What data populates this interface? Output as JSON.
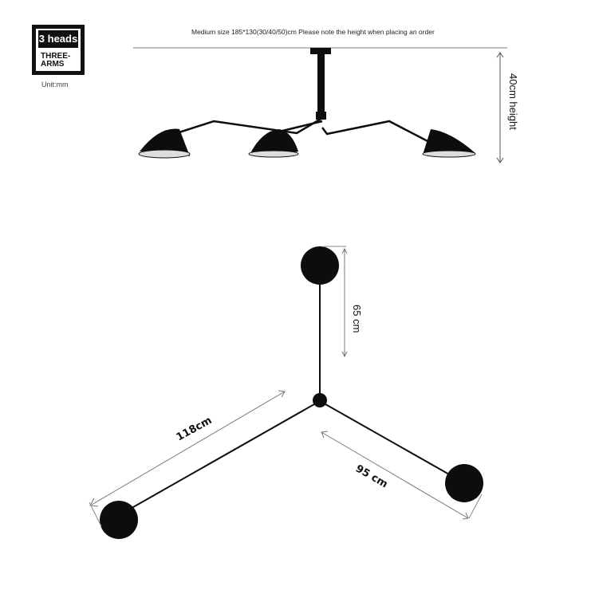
{
  "badge": {
    "heads": "3 heads",
    "arms": "THREE-\nARMS",
    "unit": "Unit:mm"
  },
  "caption": "Medium size 185*130(30/40/50)cm Please note the height when placing an order",
  "dimensions": {
    "height": "40cm height",
    "arm_top": "65 cm",
    "arm_left": "118cm",
    "arm_right": "95 cm"
  },
  "colors": {
    "lamp": "#0d0d0d",
    "guide": "#888888",
    "dim_line": "#555555"
  }
}
